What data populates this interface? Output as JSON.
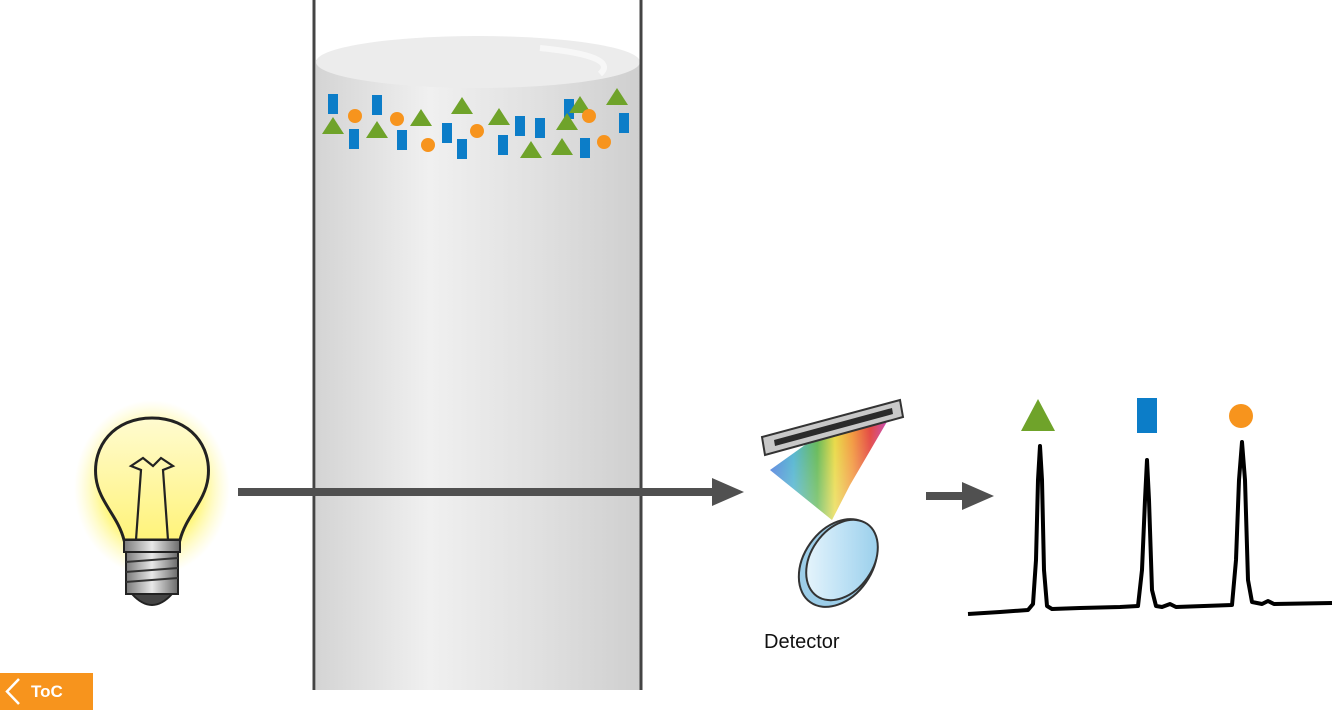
{
  "detector": {
    "label": "Detector"
  },
  "toc": {
    "label": "ToC"
  },
  "colors": {
    "triangle": "#6fa32a",
    "rectangle": "#0c7dc8",
    "circle": "#f7941d",
    "arrow": "#505050",
    "column_wall": "#444444",
    "toc_background": "#f7941d"
  },
  "molecules": [
    {
      "shape": "rect"
    },
    {
      "shape": "circle"
    },
    {
      "shape": "triangle"
    },
    {
      "shape": "rect"
    },
    {
      "shape": "rect"
    },
    {
      "shape": "circle"
    },
    {
      "shape": "triangle"
    },
    {
      "shape": "rect"
    },
    {
      "shape": "circle"
    },
    {
      "shape": "triangle"
    },
    {
      "shape": "triangle"
    },
    {
      "shape": "rect"
    },
    {
      "shape": "circle"
    },
    {
      "shape": "rect"
    },
    {
      "shape": "rect"
    },
    {
      "shape": "triangle"
    },
    {
      "shape": "rect"
    },
    {
      "shape": "triangle"
    },
    {
      "shape": "rect"
    },
    {
      "shape": "rect"
    },
    {
      "shape": "triangle"
    },
    {
      "shape": "triangle"
    },
    {
      "shape": "rect"
    },
    {
      "shape": "triangle"
    },
    {
      "shape": "circle"
    },
    {
      "shape": "circle"
    },
    {
      "shape": "rect"
    },
    {
      "shape": "triangle"
    },
    {
      "shape": "rect"
    }
  ],
  "chromatogram": {
    "peaks": [
      {
        "compound": "triangle"
      },
      {
        "compound": "rectangle"
      },
      {
        "compound": "circle"
      }
    ]
  }
}
